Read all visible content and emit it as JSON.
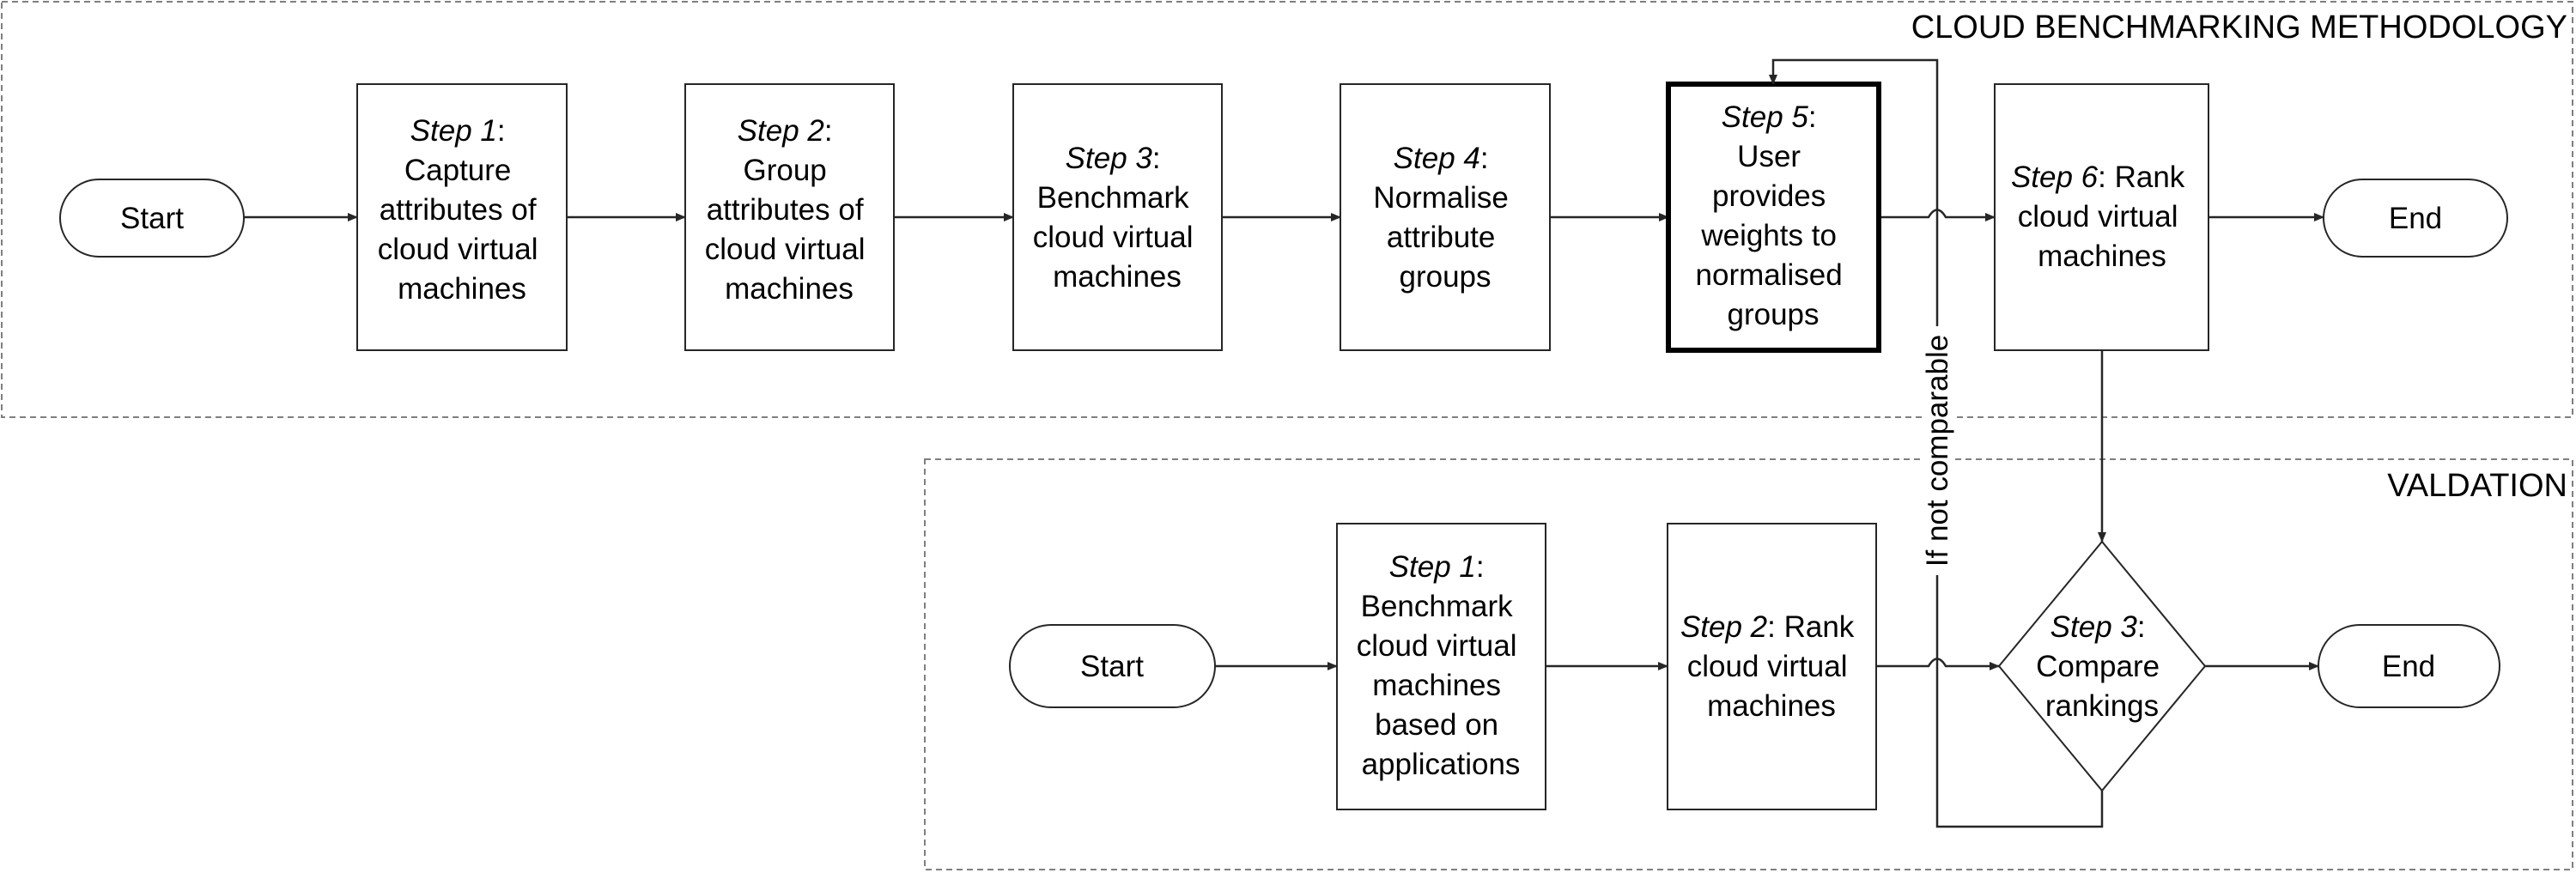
{
  "sections": {
    "benchmarking_title": "CLOUD BENCHMARKING METHODOLOGY",
    "validation_title": "VALDATION"
  },
  "benchmarking": {
    "start": "Start",
    "end": "End",
    "steps": [
      {
        "step": "Step 1",
        "lines": [
          ":",
          "Capture",
          "attributes of",
          "cloud virtual",
          "machines"
        ]
      },
      {
        "step": "Step 2",
        "lines": [
          ":",
          "Group",
          "attributes of",
          "cloud virtual",
          "machines"
        ]
      },
      {
        "step": "Step 3",
        "lines": [
          ":",
          "Benchmark",
          "cloud virtual",
          "machines"
        ]
      },
      {
        "step": "Step 4",
        "lines": [
          ":",
          "Normalise",
          "attribute",
          "groups"
        ]
      },
      {
        "step": "Step 5",
        "lines": [
          ":",
          "User",
          "provides",
          "weights to",
          "normalised",
          "groups"
        ]
      },
      {
        "step": "Step 6",
        "lines": [
          ": Rank",
          "cloud virtual",
          "machines"
        ]
      }
    ]
  },
  "validation": {
    "start": "Start",
    "end": "End",
    "steps": [
      {
        "step": "Step 1",
        "lines": [
          ":",
          "Benchmark",
          "cloud virtual",
          "machines",
          "based on",
          "applications"
        ]
      },
      {
        "step": "Step 2",
        "lines": [
          ": Rank",
          "cloud virtual",
          "machines"
        ]
      },
      {
        "step": "Step 3",
        "lines": [
          ":",
          "Compare",
          "rankings"
        ]
      }
    ]
  },
  "loop_label": "If not comparable"
}
